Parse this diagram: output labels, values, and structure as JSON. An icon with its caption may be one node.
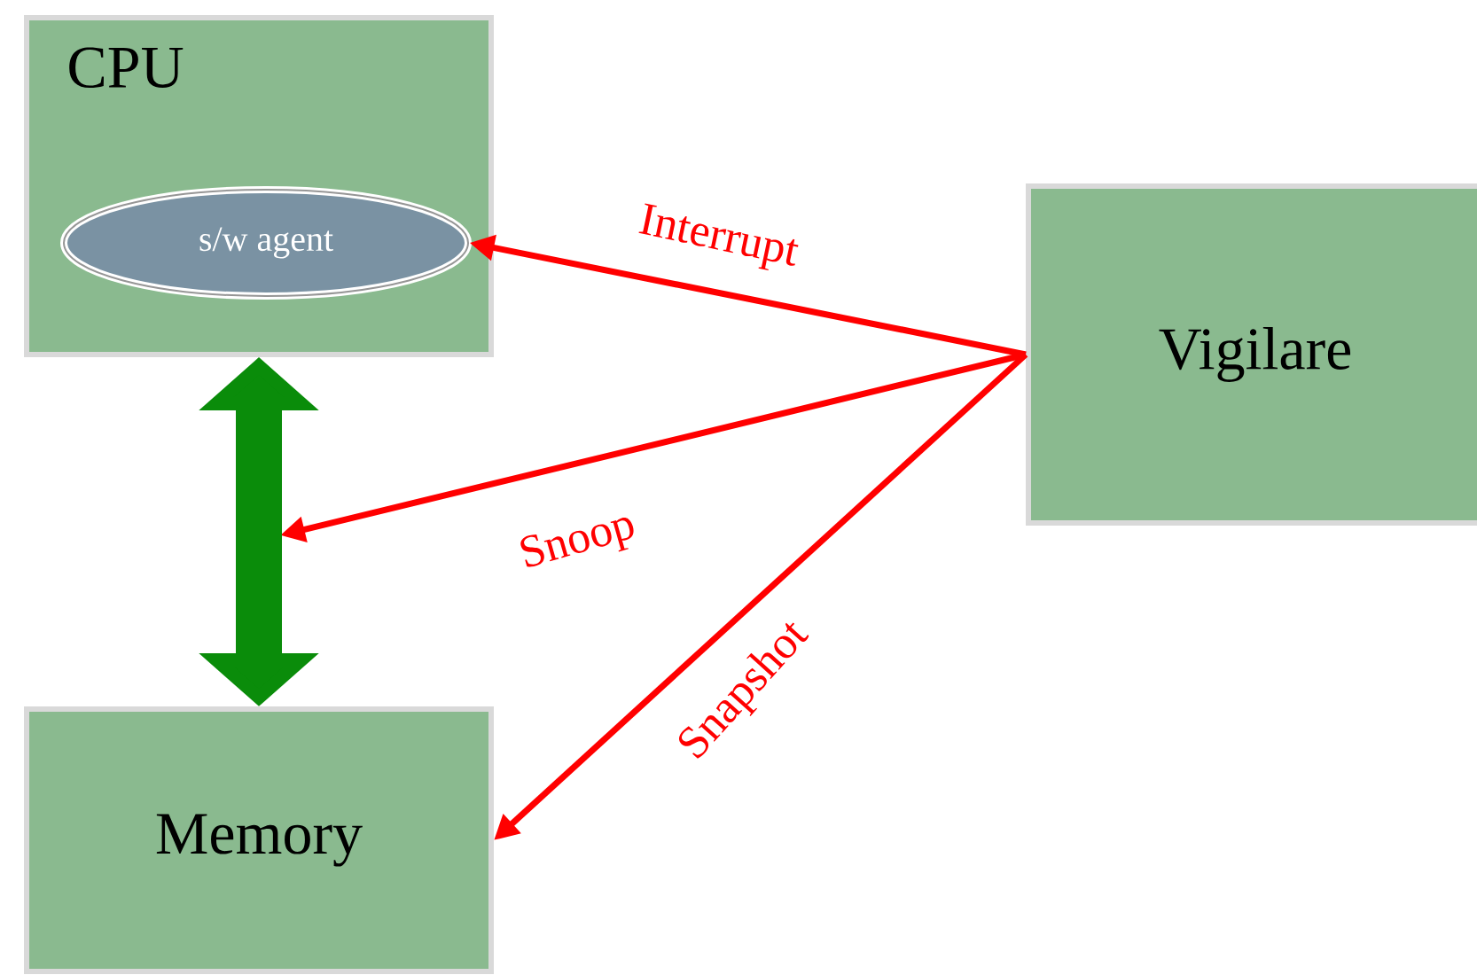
{
  "diagram": {
    "nodes": [
      {
        "text": [
          "CPU"
        ]
      },
      {
        "text": [
          "s/w agent"
        ],
        "in": 0
      },
      {
        "text": [
          "Vigilare"
        ]
      },
      {
        "text": [
          "Memory"
        ]
      }
    ],
    "edges": [
      {
        "from": 2,
        "to": 1,
        "arrow": "to",
        "label": "Interrupt"
      },
      {
        "from": 2,
        "to": null,
        "arrow": "to",
        "label": "Snoop"
      },
      {
        "from": 2,
        "to": 3,
        "arrow": "to",
        "label": "Snapshot"
      },
      {
        "from": 0,
        "to": 3,
        "arrow": "both",
        "style": "thick",
        "color": "#0a8c0a"
      }
    ]
  }
}
